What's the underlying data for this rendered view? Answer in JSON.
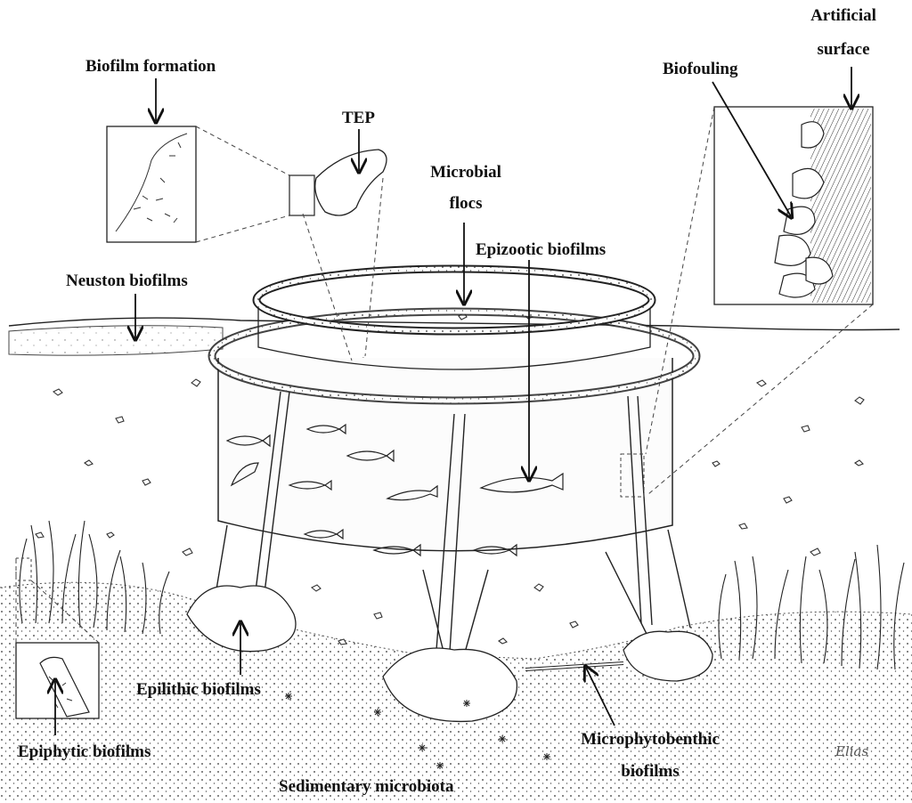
{
  "labels": {
    "biofilm_formation": "Biofilm formation",
    "tep": "TEP",
    "microbial_flocs_line1": "Microbial",
    "microbial_flocs_line2": "flocs",
    "epizootic": "Epizootic biofilms",
    "neuston": "Neuston biofilms",
    "biofouling": "Biofouling",
    "artificial_surface_line1": "Artificial",
    "artificial_surface_line2": "surface",
    "epilithic": "Epilithic biofilms",
    "epiphytic": "Epiphytic biofilms",
    "microphytobenthic_line1": "Microphytobenthic",
    "microphytobenthic_line2": "biofilms",
    "sedimentary": "Sedimentary microbiota"
  },
  "signature": "Elias",
  "colors": {
    "ink": "#1a1a1a",
    "water": "#fafafa",
    "sediment": "#444444"
  }
}
